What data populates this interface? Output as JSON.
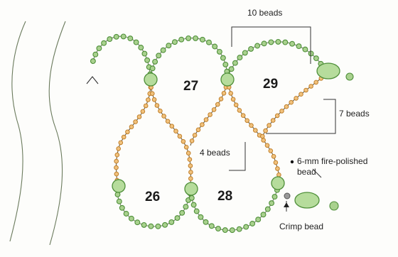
{
  "loops": [
    "27",
    "29",
    "26",
    "28"
  ],
  "labels": {
    "ten_beads": "10 beads",
    "seven_beads": "7 beads",
    "four_beads": "4 beads",
    "fire_polished_line1": "6-mm fire-polished",
    "fire_polished_line2": "bead",
    "crimp_bead": "Crimp bead"
  },
  "colors": {
    "green_bead": "#a9d18e",
    "orange_bead": "#f1c27d"
  }
}
